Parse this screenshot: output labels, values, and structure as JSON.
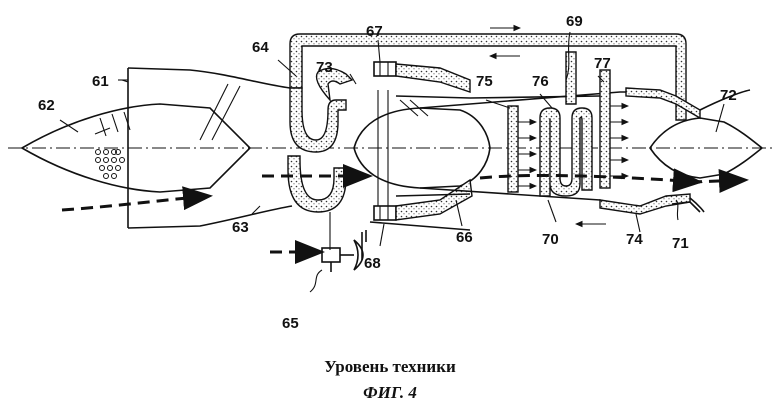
{
  "labels": {
    "l61": "61",
    "l62": "62",
    "l63": "63",
    "l64": "64",
    "l65": "65",
    "l66": "66",
    "l67": "67",
    "l68": "68",
    "l69": "69",
    "l70": "70",
    "l71": "71",
    "l72": "72",
    "l73": "73",
    "l74": "74",
    "l75": "75",
    "l76": "76",
    "l77": "77"
  },
  "caption": {
    "line1": "Уровень техники",
    "line2": "ФИГ. 4"
  }
}
